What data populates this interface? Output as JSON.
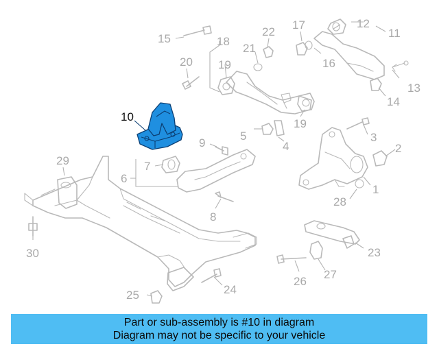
{
  "diagram": {
    "callouts": [
      "1",
      "2",
      "3",
      "4",
      "5",
      "6",
      "7",
      "8",
      "9",
      "10",
      "11",
      "12",
      "13",
      "14",
      "15",
      "16",
      "17",
      "18",
      "19",
      "19",
      "20",
      "21",
      "22",
      "23",
      "24",
      "25",
      "26",
      "27",
      "28",
      "29",
      "30"
    ],
    "highlighted_callout": "10",
    "highlight_color": "#1f8fe0",
    "line_color": "#b9b9b9"
  },
  "banner": {
    "line1": "Part or sub-assembly is #10 in diagram",
    "line2": "Diagram may not be specific to your vehicle",
    "background": "#4fbdf3"
  }
}
